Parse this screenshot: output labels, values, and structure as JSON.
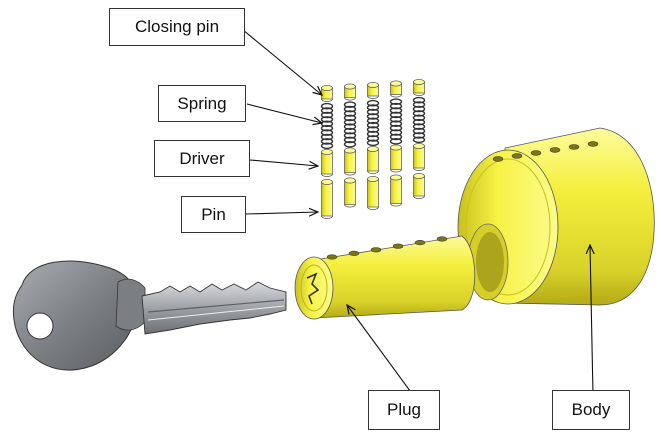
{
  "labels": {
    "closing_pin": "Closing pin",
    "spring": "Spring",
    "driver": "Driver",
    "pin": "Pin",
    "plug": "Plug",
    "body": "Body"
  },
  "colors": {
    "brass": "#f2ee3a",
    "brass_dark": "#b9b01a",
    "brass_light": "#fbfa9a",
    "key_metal": "#8d9196",
    "key_dark": "#4d5156",
    "outline": "#222222"
  },
  "parts": {
    "pin_stacks": 5,
    "plug_pin_holes": 6,
    "body_pin_holes": 6
  }
}
